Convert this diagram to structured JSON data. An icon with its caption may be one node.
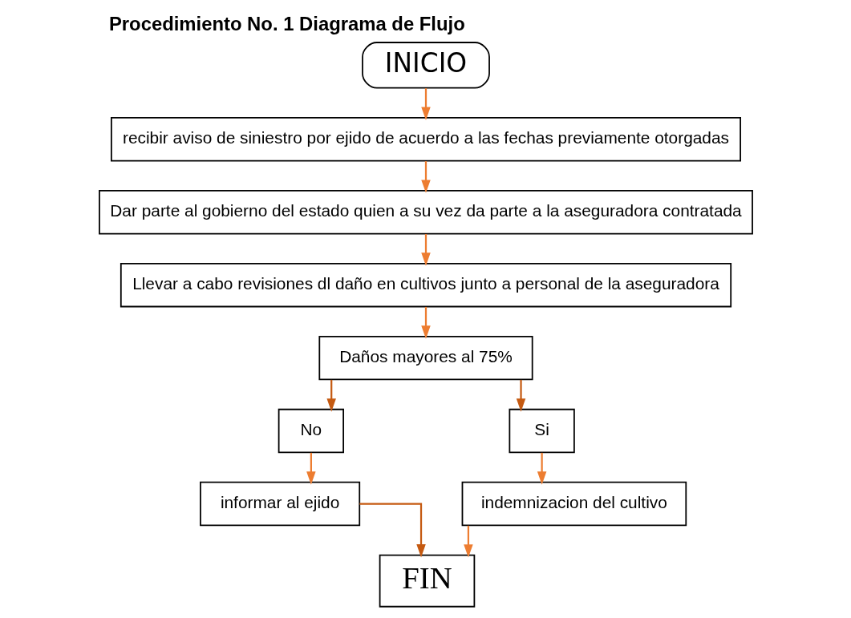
{
  "diagram": {
    "title": "Procedimiento No. 1 Diagrama de Flujo",
    "nodes": [
      {
        "text": [
          "INICIO"
        ]
      },
      {
        "text": [
          "recibir aviso de siniestro por ejido de acuerdo a las fechas previamente otorgadas"
        ]
      },
      {
        "text": [
          "Dar parte al gobierno del estado quien a su vez da parte a la aseguradora contratada"
        ]
      },
      {
        "text": [
          "Llevar a cabo revisiones dl daño en cultivos junto a personal de la aseguradora"
        ]
      },
      {
        "text": [
          "Daños mayores al 75%"
        ]
      },
      {
        "text": [
          "No"
        ]
      },
      {
        "text": [
          "Si"
        ]
      },
      {
        "text": [
          "informar al ejido"
        ]
      },
      {
        "text": [
          "indemnizacion del cultivo"
        ]
      },
      {
        "text": [
          "FIN"
        ]
      }
    ],
    "edges": [
      {
        "from": 0,
        "to": 1,
        "arrow": "to"
      },
      {
        "from": 1,
        "to": 2,
        "arrow": "to"
      },
      {
        "from": 2,
        "to": 3,
        "arrow": "to"
      },
      {
        "from": 3,
        "to": 4,
        "arrow": "to"
      },
      {
        "from": 4,
        "to": 5,
        "arrow": "to",
        "color": "#c55a11"
      },
      {
        "from": 4,
        "to": 6,
        "arrow": "to",
        "color": "#c55a11"
      },
      {
        "from": 5,
        "to": 7,
        "arrow": "to"
      },
      {
        "from": 6,
        "to": 8,
        "arrow": "to"
      },
      {
        "from": 7,
        "to": 9,
        "arrow": "to",
        "color": "#c55a11"
      },
      {
        "from": 8,
        "to": 9,
        "arrow": "to"
      }
    ]
  }
}
